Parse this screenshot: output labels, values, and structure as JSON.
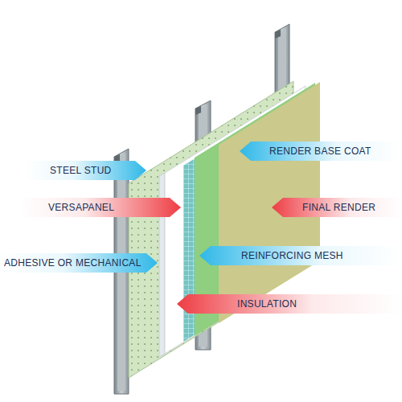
{
  "diagram": {
    "nodes": [
      {
        "text": [
          "RENDER BASE COAT"
        ]
      },
      {
        "text": [
          "STEEL STUD"
        ]
      },
      {
        "text": [
          "VERSAPANEL"
        ]
      },
      {
        "text": [
          "FINAL RENDER"
        ]
      },
      {
        "text": [
          "REINFORCING MESH"
        ]
      },
      {
        "text": [
          "ADHESIVE OR MECHANICAL"
        ]
      },
      {
        "text": [
          "INSULATION"
        ]
      }
    ]
  }
}
